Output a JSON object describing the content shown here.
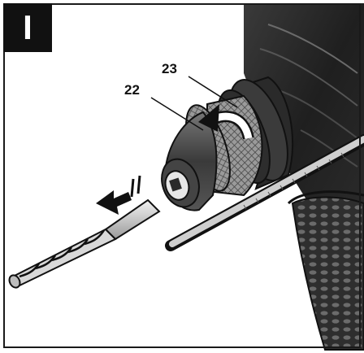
{
  "figure": {
    "label": "I",
    "callouts": [
      {
        "id": "22",
        "text": "22"
      },
      {
        "id": "23",
        "text": "23"
      }
    ]
  },
  "colors": {
    "ink": "#111111",
    "body_dark": "#2b2b2b",
    "body_mid": "#5a5a5a",
    "body_light": "#8a8a8a",
    "knurl": "#b0b0b0",
    "arrow": "#111111"
  },
  "icons": [
    "rotate-arrow-icon",
    "insert-arrow-icon"
  ]
}
